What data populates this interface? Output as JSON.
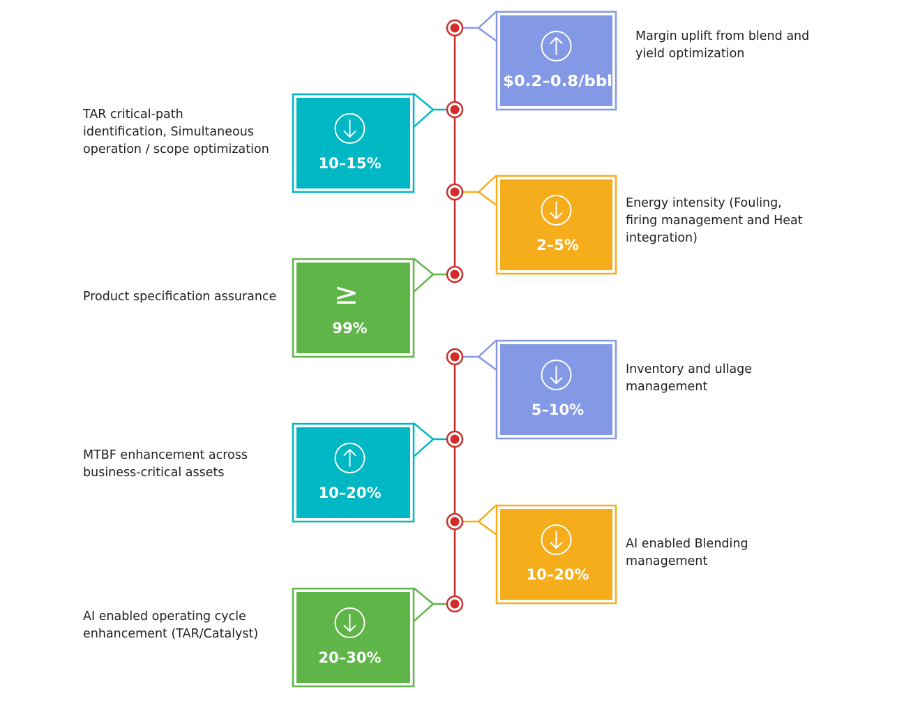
{
  "colors": {
    "spine": "#c9302c",
    "node_fill": "#d62b2b",
    "node_ring": "#c9302c",
    "blue": "#8499e6",
    "teal": "#00b8c4",
    "amber": "#f5ad1b",
    "green": "#5fb548"
  },
  "items": [
    {
      "side": "right",
      "color": "blue",
      "icon": "arrow-up-icon",
      "value": "$0.2–0.8/bbl",
      "description_lines": [
        "Margin uplift from blend and",
        "yield optimization"
      ]
    },
    {
      "side": "left",
      "color": "teal",
      "icon": "arrow-down-icon",
      "value": "10–15%",
      "description_lines": [
        "TAR critical-path",
        "identification, Simultaneous",
        "operation / scope optimization"
      ]
    },
    {
      "side": "right",
      "color": "amber",
      "icon": "arrow-down-icon",
      "value": "2–5%",
      "description_lines": [
        "Energy intensity (Fouling,",
        "firing management and Heat",
        "integration)"
      ]
    },
    {
      "side": "left",
      "color": "green",
      "icon": "greater-equal-icon",
      "symbol": "≥",
      "value": "99%",
      "description_lines": [
        "Product specification assurance"
      ]
    },
    {
      "side": "right",
      "color": "blue",
      "icon": "arrow-down-icon",
      "value": "5–10%",
      "description_lines": [
        "Inventory and ullage",
        "management"
      ]
    },
    {
      "side": "left",
      "color": "teal",
      "icon": "arrow-up-icon",
      "value": "10–20%",
      "description_lines": [
        "MTBF enhancement across",
        "business-critical assets"
      ]
    },
    {
      "side": "right",
      "color": "amber",
      "icon": "arrow-down-icon",
      "value": "10–20%",
      "description_lines": [
        "AI enabled Blending",
        "management"
      ]
    },
    {
      "side": "left",
      "color": "green",
      "icon": "arrow-down-icon",
      "value": "20–30%",
      "description_lines": [
        "AI enabled operating cycle",
        "enhancement (TAR/Catalyst)"
      ]
    }
  ]
}
